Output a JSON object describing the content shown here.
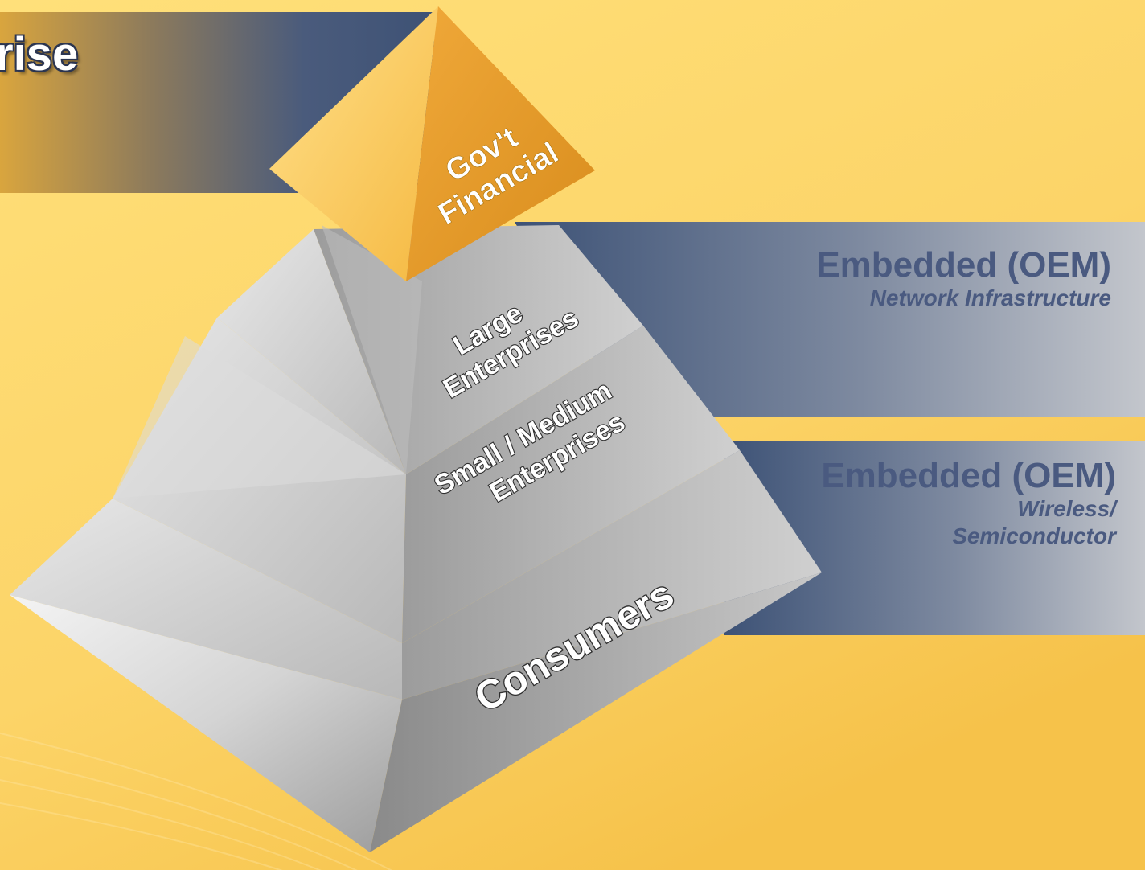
{
  "header": {
    "title_fragment": "rise"
  },
  "pyramid": {
    "tiers": [
      {
        "lines": [
          "Gov't",
          "Financial"
        ]
      },
      {
        "lines": [
          "Large",
          "Enterprises"
        ]
      },
      {
        "lines": [
          "Small / Medium",
          "Enterprises"
        ]
      },
      {
        "lines": [
          "Consumers"
        ]
      }
    ]
  },
  "bands": [
    {
      "title": "Embedded (OEM)",
      "subtitle_lines": [
        "Network Infrastructure"
      ]
    },
    {
      "title": "Embedded (OEM)",
      "subtitle_lines": [
        "Wireless/",
        "Semiconductor"
      ]
    }
  ],
  "colors": {
    "background": "#fcd468",
    "band_navy": "#3f5478",
    "label_text": "#4a5a80",
    "apex": "#f2b33a"
  }
}
